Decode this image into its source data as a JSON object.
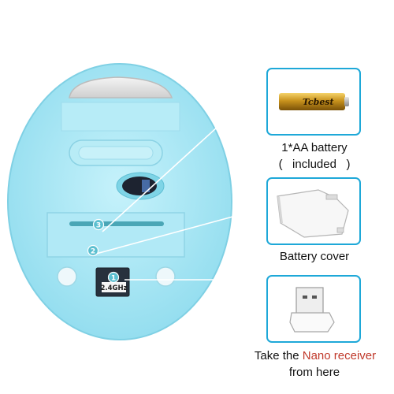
{
  "battery": {
    "brand": "Tcbest",
    "caption_line1": "1*AA battery",
    "caption_line2": "(   included   )"
  },
  "cover": {
    "caption": "Battery cover"
  },
  "receiver": {
    "caption_pre": "Take the ",
    "caption_highlight": "Nano receiver",
    "caption_line2": "from here"
  },
  "mouse": {
    "label_frequency": "2.4GHz",
    "callout_1": "1",
    "callout_2": "2",
    "callout_3": "3"
  },
  "colors": {
    "accent": "#1ea8d8",
    "mouse_body": "#a9e8f5",
    "highlight": "#c0392b"
  }
}
